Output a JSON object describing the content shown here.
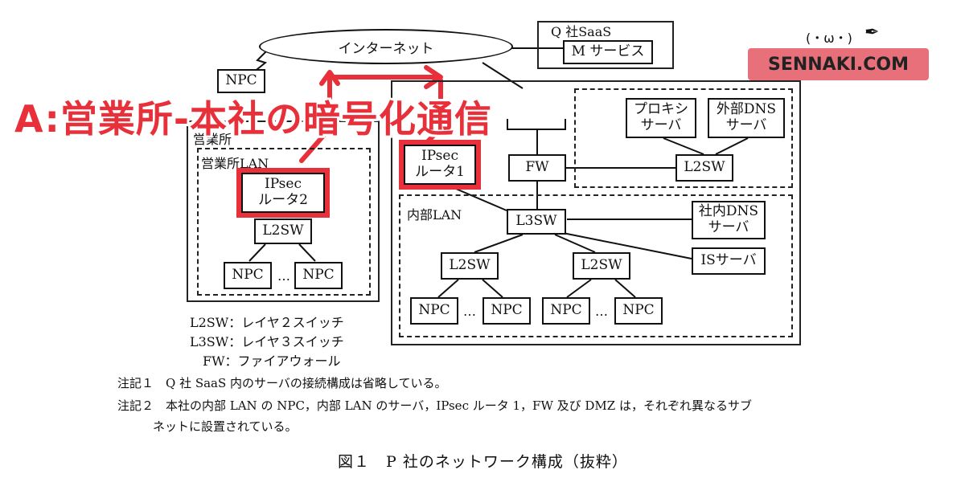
{
  "nodes": {
    "internet": "インターネット",
    "saas_label": "Q 社SaaS",
    "m_service": "M サービス",
    "npc_remote": "NPC",
    "eigyo_label": "営業所",
    "eigyo_lan_label": "営業所LAN",
    "ipsec2": "IPsec\nルータ2",
    "l2sw_branch": "L2SW",
    "npc_b1": "NPC",
    "npc_b2": "NPC",
    "ellipsis_b": "…",
    "ipsec1": "IPsec\nルータ1",
    "fw": "FW",
    "proxy": "プロキシ\nサーバ",
    "ext_dns": "外部DNS\nサーバ",
    "l2sw_dmz": "L2SW",
    "internal_lan_label": "内部LAN",
    "l3sw": "L3SW",
    "int_dns": "社内DNS\nサーバ",
    "is_server": "ISサーバ",
    "l2sw_left": "L2SW",
    "l2sw_right": "L2SW",
    "npc_l1": "NPC",
    "npc_l2": "NPC",
    "npc_r1": "NPC",
    "npc_r2": "NPC",
    "ellipsis_l": "…",
    "ellipsis_r": "…"
  },
  "legend": [
    "L2SW：レイヤ２スイッチ",
    "L3SW：レイヤ３スイッチ",
    "FW：ファイアウォール"
  ],
  "notes": [
    "注記１　Q 社 SaaS 内のサーバの接続構成は省略している。",
    "注記２　本社の内部 LAN の NPC，内部 LAN のサーバ，IPsec ルータ 1，FW 及び DMZ は，それぞれ異なるサブ",
    "ネットに設置されている。"
  ],
  "caption": "図１　P 社のネットワーク構成（抜粋）",
  "overlay": {
    "title": "A:営業所-本社の暗号化通信",
    "accent_color": "#e8303a"
  },
  "brand": {
    "name": "SENNAKI.COM",
    "face": "(・ω・)",
    "color": "#e8707a"
  }
}
